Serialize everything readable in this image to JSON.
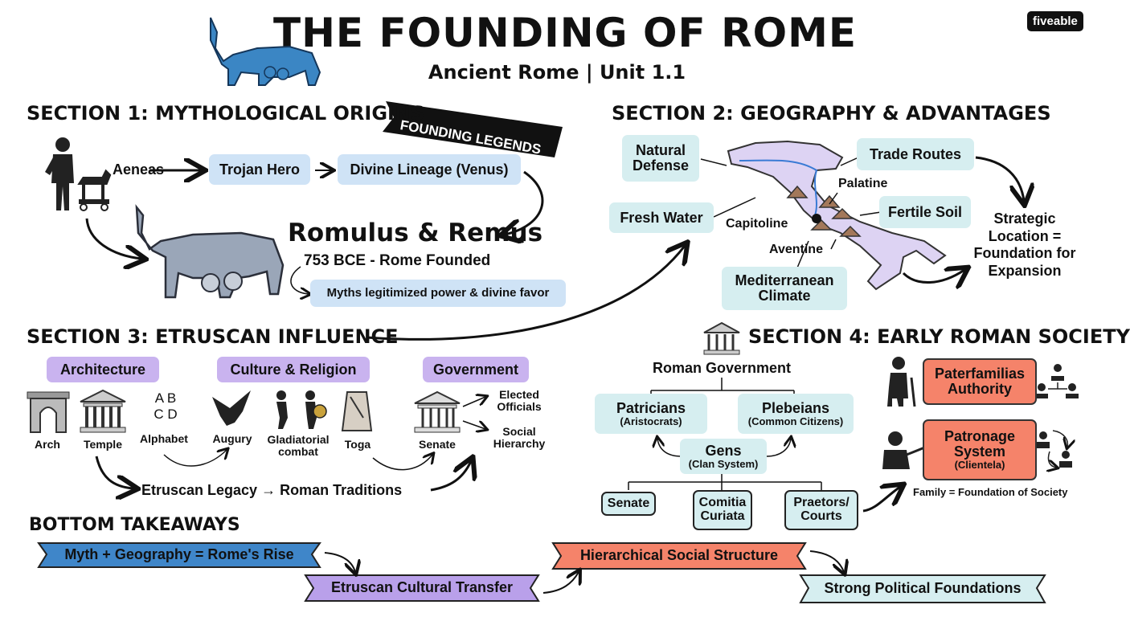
{
  "header": {
    "title": "THE FOUNDING OF ROME",
    "subtitle": "Ancient Rome | Unit 1.1",
    "logo": "fiveable"
  },
  "section1": {
    "heading": "SECTION 1: MYTHOLOGICAL ORIGINS",
    "banner": "FOUNDING LEGENDS",
    "aeneas": "Aeneas",
    "trojan": "Trojan Hero",
    "divine": "Divine Lineage (Venus)",
    "romulus": "Romulus & Remus",
    "founded": "753 BCE - Rome Founded",
    "myths": "Myths legitimized power & divine favor"
  },
  "section2": {
    "heading": "SECTION 2: GEOGRAPHY & ADVANTAGES",
    "natural_defense": "Natural Defense",
    "fresh_water": "Fresh Water",
    "mediterranean": "Mediterranean Climate",
    "trade_routes": "Trade Routes",
    "fertile_soil": "Fertile Soil",
    "palatine": "Palatine",
    "capitoline": "Capitoline",
    "aventine": "Aventine",
    "strategic": "Strategic Location = Foundation for Expansion"
  },
  "section3": {
    "heading": "SECTION 3: ETRUSCAN INFLUENCE",
    "architecture": "Architecture",
    "culture": "Culture & Religion",
    "government": "Government",
    "arch": "Arch",
    "temple": "Temple",
    "alphabet": "Alphabet",
    "alphabet_letters": "A B\nC D",
    "augury": "Augury",
    "gladiatorial": "Gladiatorial combat",
    "toga": "Toga",
    "senate": "Senate",
    "elected": "Elected Officials",
    "social": "Social Hierarchy",
    "legacy": "Etruscan Legacy → Roman Traditions"
  },
  "section4": {
    "heading": "SECTION 4: EARLY ROMAN SOCIETY",
    "roman_gov": "Roman Government",
    "patricians": "Patricians",
    "patricians_sub": "(Aristocrats)",
    "plebeians": "Plebeians",
    "plebeians_sub": "(Common Citizens)",
    "gens": "Gens",
    "gens_sub": "(Clan System)",
    "senate": "Senate",
    "comitia": "Comitia Curiata",
    "praetors": "Praetors/ Courts",
    "paterfamilias": "Paterfamilias Authority",
    "patronage": "Patronage System",
    "patronage_sub": "(Clientela)",
    "family": "Family = Foundation of Society"
  },
  "takeaways": {
    "heading": "BOTTOM TAKEAWAYS",
    "items": [
      "Myth + Geography = Rome's Rise",
      "Etruscan Cultural Transfer",
      "Hierarchical Social Structure",
      "Strong Political Foundations"
    ]
  },
  "colors": {
    "blue_box": "#cfe3f6",
    "cyan_box": "#d6eef0",
    "purple_box": "#c9b3ef",
    "salmon_box": "#f5836a",
    "map": "#ddd3f3",
    "wolf_blue": "#3b86c4",
    "wolf_gray": "#9aa6b8"
  }
}
